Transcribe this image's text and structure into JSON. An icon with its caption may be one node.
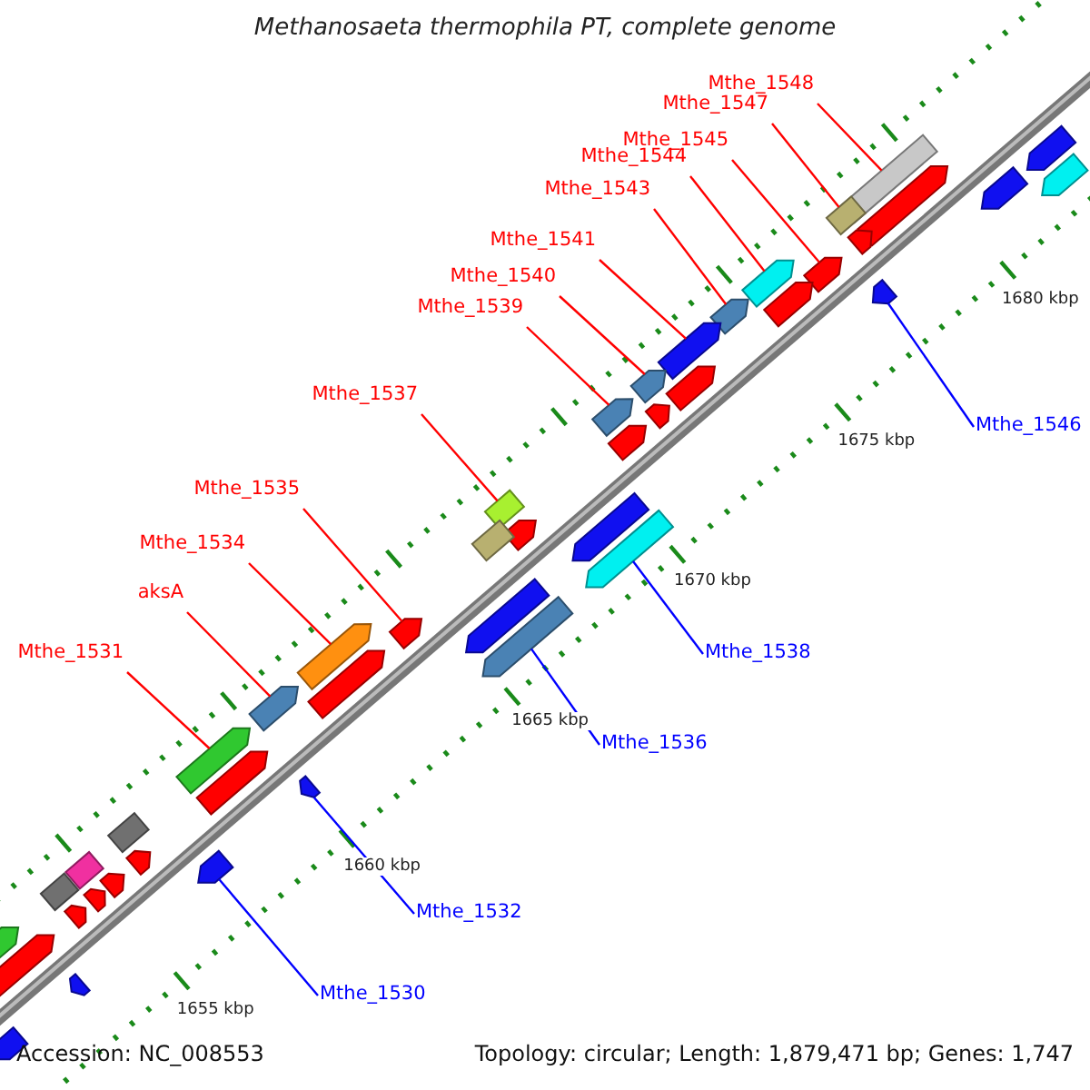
{
  "diagram": {
    "title": "Methanosaeta thermophila PT, complete genome",
    "nodes": [
      {
        "text": [
          "Mthe_1548"
        ]
      },
      {
        "text": [],
        "shape": "box"
      },
      {
        "text": [
          "Mthe_1547"
        ]
      },
      {
        "text": [],
        "shape": "box"
      },
      {
        "text": [
          "Mthe_1545"
        ]
      },
      {
        "text": [],
        "shape": "pentagon"
      },
      {
        "text": [
          "Mthe_1544"
        ]
      },
      {
        "text": [],
        "shape": "pentagon"
      },
      {
        "text": [
          "Mthe_1543"
        ]
      },
      {
        "text": [],
        "shape": "pentagon"
      },
      {
        "text": [
          "Mthe_1541"
        ]
      },
      {
        "text": [],
        "shape": "pentagon"
      },
      {
        "text": [
          "Mthe_1540"
        ]
      },
      {
        "text": [],
        "shape": "pentagon"
      },
      {
        "text": [
          "Mthe_1539"
        ]
      },
      {
        "text": [],
        "shape": "pentagon"
      },
      {
        "text": [
          "Mthe_1546"
        ]
      },
      {
        "text": [],
        "shape": "pentagon"
      },
      {
        "text": [
          "Mthe_1537"
        ]
      },
      {
        "text": [],
        "shape": "box"
      },
      {
        "text": [
          "Mthe_1535"
        ]
      },
      {
        "text": [],
        "shape": "pentagon"
      },
      {
        "text": [
          "Mthe_1534"
        ]
      },
      {
        "text": [],
        "shape": "pentagon"
      },
      {
        "text": [
          "Mthe_1538"
        ]
      },
      {
        "text": [],
        "shape": "pentagon"
      },
      {
        "text": [
          "aksA"
        ]
      },
      {
        "text": [],
        "shape": "pentagon"
      },
      {
        "text": [
          "Mthe_1531"
        ]
      },
      {
        "text": [],
        "shape": "pentagon"
      },
      {
        "text": [
          "Mthe_1536"
        ]
      },
      {
        "text": [],
        "shape": "pentagon"
      },
      {
        "text": [
          "Mthe_1532"
        ]
      },
      {
        "text": [],
        "shape": "pentagon"
      },
      {
        "text": [
          "Mthe_1530"
        ]
      },
      {
        "text": [],
        "shape": "pentagon"
      },
      {
        "text": [],
        "shape": "pentagon"
      },
      {
        "text": [],
        "shape": "pentagon"
      },
      {
        "text": [],
        "shape": "pentagon"
      },
      {
        "text": [],
        "shape": "pentagon"
      },
      {
        "text": [],
        "shape": "pentagon"
      },
      {
        "text": [],
        "shape": "pentagon"
      },
      {
        "text": [],
        "shape": "pentagon"
      },
      {
        "text": [],
        "shape": "box"
      },
      {
        "text": [],
        "shape": "pentagon"
      },
      {
        "text": [],
        "shape": "pentagon"
      },
      {
        "text": [],
        "shape": "pentagon"
      },
      {
        "text": [],
        "shape": "pentagon"
      },
      {
        "text": [],
        "shape": "pentagon"
      },
      {
        "text": [],
        "shape": "pentagon"
      },
      {
        "text": [],
        "shape": "box"
      },
      {
        "text": [],
        "shape": "box"
      },
      {
        "text": [],
        "shape": "box"
      },
      {
        "text": [],
        "shape": "pentagon"
      },
      {
        "text": [],
        "shape": "pentagon"
      },
      {
        "text": [],
        "shape": "pentagon"
      },
      {
        "text": [],
        "shape": "pentagon"
      },
      {
        "text": [],
        "shape": "pentagon"
      },
      {
        "text": [],
        "shape": "pentagon"
      },
      {
        "text": [],
        "shape": "pentagon"
      },
      {
        "text": [],
        "shape": "pentagon"
      },
      {
        "text": [],
        "shape": "pentagon"
      }
    ],
    "edges": [
      {
        "from": 0,
        "to": 1,
        "arrow": "none"
      },
      {
        "from": 2,
        "to": 3,
        "arrow": "none"
      },
      {
        "from": 4,
        "to": 5,
        "arrow": "none"
      },
      {
        "from": 6,
        "to": 7,
        "arrow": "none"
      },
      {
        "from": 8,
        "to": 9,
        "arrow": "none"
      },
      {
        "from": 10,
        "to": 11,
        "arrow": "none"
      },
      {
        "from": 12,
        "to": 13,
        "arrow": "none"
      },
      {
        "from": 14,
        "to": 15,
        "arrow": "none"
      },
      {
        "from": 16,
        "to": 17,
        "arrow": "none",
        "color": "#0000ff"
      },
      {
        "from": 18,
        "to": 19,
        "arrow": "none"
      },
      {
        "from": 20,
        "to": 21,
        "arrow": "none"
      },
      {
        "from": 22,
        "to": 23,
        "arrow": "none"
      },
      {
        "from": 24,
        "to": 25,
        "arrow": "none",
        "color": "#0000ff"
      },
      {
        "from": 26,
        "to": 27,
        "arrow": "none"
      },
      {
        "from": 28,
        "to": 29,
        "arrow": "none"
      },
      {
        "from": 30,
        "to": 31,
        "arrow": "none",
        "color": "#0000ff"
      },
      {
        "from": 32,
        "to": 33,
        "arrow": "none",
        "color": "#0000ff"
      },
      {
        "from": 34,
        "to": 35,
        "arrow": "none",
        "color": "#0000ff"
      }
    ],
    "labels": [
      "1680 kbp",
      "1675 kbp",
      "1670 kbp",
      "1665 kbp",
      "1660 kbp",
      "1655 kbp",
      "Accession: NC_008553",
      "Topology: circular; Length: 1,879,471 bp; Genes: 1,747"
    ]
  }
}
